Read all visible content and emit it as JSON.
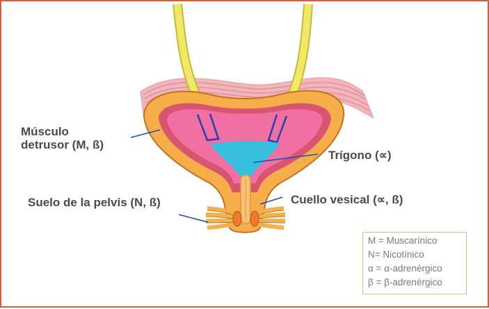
{
  "labels": {
    "detrusor_line1": "Músculo",
    "detrusor_line2": "detrusor (M, ß)",
    "trigono": "Trígono (∝)",
    "suelo": "Suelo de la pelvis (N, ß)",
    "cuello": "Cuello vesical  (∝, ß)"
  },
  "legend": {
    "items": [
      "M = Muscarínico",
      "N= Nicotínico",
      "α = α-adrenérgico",
      "β = β-adrenérgico"
    ]
  },
  "colors": {
    "frame_border": "#c8643c",
    "ureter": "#f0e868",
    "ureter_edge": "#c7b935",
    "peritoneum": "#f1b6ba",
    "detrusor_wall": "#f7ad49",
    "inner_rim": "#d9546f",
    "lumen": "#f070a4",
    "trigone": "#37bfe0",
    "sphincter": "#ee7a30",
    "pointer_line": "#1f4fb0",
    "label_text": "#4a4a4a",
    "legend_border": "#c9c78c"
  }
}
